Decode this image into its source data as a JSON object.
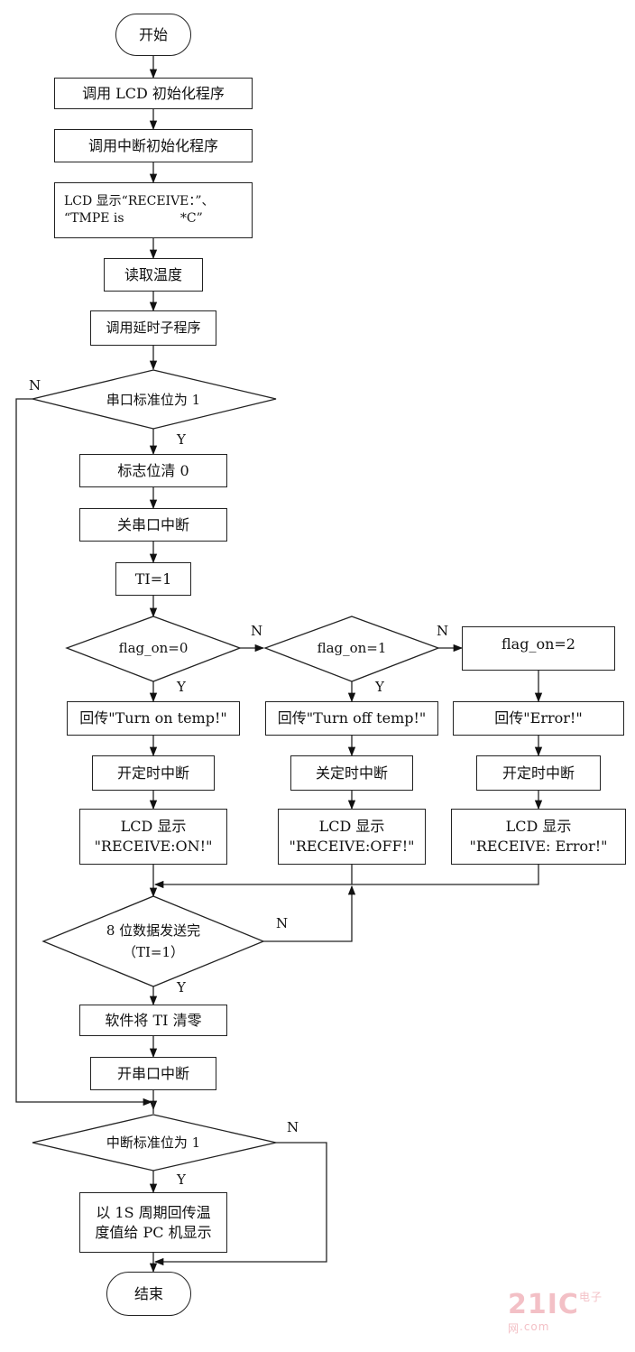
{
  "nodes": {
    "start": "开始",
    "lcd_init": "调用 LCD 初始化程序",
    "int_init": "调用中断初始化程序",
    "lcd_show": "LCD 显示“RECEIVE：”、\n“TMPE is              *C”",
    "read_temp": "读取温度",
    "delay": "调用延时子程序",
    "serial_flag": "串口标准位为 1",
    "clear_flag": "标志位清 0",
    "close_serial_int": "关串口中断",
    "ti_set": "TI=1",
    "flag_on_0": "flag_on=0",
    "flag_on_1": "flag_on=1",
    "flag_on_2": "flag_on=2",
    "echo_on": "回传\"Turn on temp!\"",
    "echo_off": "回传\"Turn off temp!\"",
    "echo_err": "回传\"Error!\"",
    "timer_on_a": "开定时中断",
    "timer_off": "关定时中断",
    "timer_on_b": "开定时中断",
    "lcd_on": "LCD 显示\n\"RECEIVE:ON!\"",
    "lcd_off": "LCD 显示\n\"RECEIVE:OFF!\"",
    "lcd_err": "LCD 显示\n\"RECEIVE: Error!\"",
    "send_done": "8 位数据发送完\n（TI=1）",
    "clear_ti": "软件将 TI 清零",
    "open_serial_int": "开串口中断",
    "int_flag": "中断标准位为 1",
    "send_pc": "以 1S 周期回传温\n度值给 PC 机显示",
    "end": "结束"
  },
  "labels": {
    "yes": "Y",
    "no": "N"
  },
  "watermark": {
    "main": "21IC",
    "sub": "电子网",
    "com": ".com"
  }
}
